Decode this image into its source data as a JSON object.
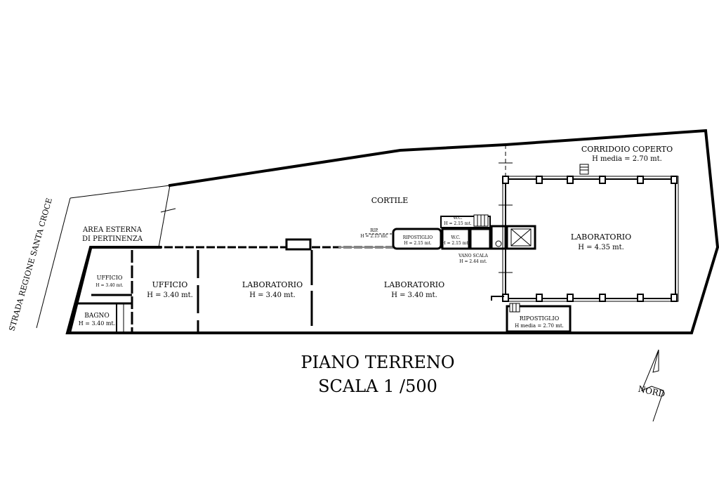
{
  "street": "STRADA REGIONE SANTA CROCE",
  "title": "PIANO TERRENO",
  "scale": "SCALA 1 /500",
  "north": "NORD",
  "labels": {
    "area_esterna_1": "AREA ESTERNA",
    "area_esterna_2": "DI PERTINENZA",
    "cortile": "CORTILE",
    "corridoio": "CORRIDOIO COPERTO",
    "corridoio_h": "H media = 2.70 mt.",
    "ufficio_small": "UFFICIO",
    "ufficio_small_h": "H = 3.40 mt.",
    "bagno": "BAGNO",
    "bagno_h": "H = 3.40 mt.",
    "ufficio": "UFFICIO",
    "ufficio_h": "H = 3.40 mt.",
    "lab1": "LABORATORIO",
    "lab1_h": "H = 3.40 mt.",
    "lab2": "LABORATORIO",
    "lab2_h": "H = 3.40 mt.",
    "lab3": "LABORATORIO",
    "lab3_h": "H = 4.35 mt.",
    "ripostiglio_top": "RIPOSTIGLIO",
    "ripostiglio_top_h": "H = 2.15 mt.",
    "wc": "W.C.",
    "wc_h": "H = 2.15 mt.",
    "wc_top": "W.C.",
    "wc_top_h": "H = 2.15 mt.",
    "rip_left": "RIP.",
    "rip_left_h": "H = 2.15 mt.",
    "vano_scala": "VANO SCALA",
    "vano_scala_h": "H = 2.44 mt.",
    "ripostiglio_bottom": "RIPOSTIGLIO",
    "ripostiglio_bottom_h": "H media = 2.70 mt."
  }
}
